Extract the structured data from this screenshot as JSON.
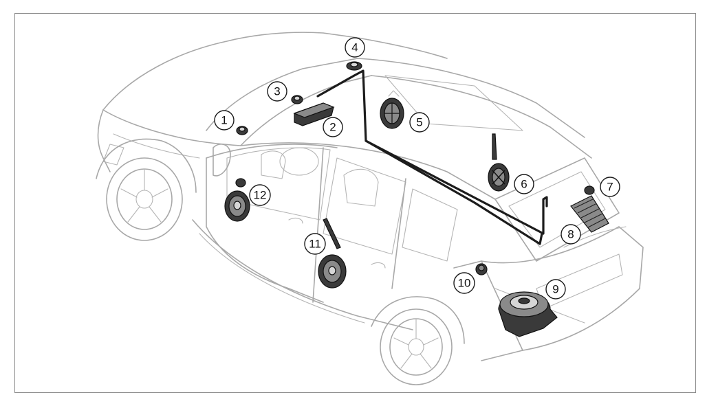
{
  "callouts": [
    {
      "id": "1",
      "label": "1"
    },
    {
      "id": "2",
      "label": "2"
    },
    {
      "id": "3",
      "label": "3"
    },
    {
      "id": "4",
      "label": "4"
    },
    {
      "id": "5",
      "label": "5"
    },
    {
      "id": "6",
      "label": "6"
    },
    {
      "id": "7",
      "label": "7"
    },
    {
      "id": "8",
      "label": "8"
    },
    {
      "id": "9",
      "label": "9"
    },
    {
      "id": "10",
      "label": "10"
    },
    {
      "id": "11",
      "label": "11"
    },
    {
      "id": "12",
      "label": "12"
    }
  ],
  "colors": {
    "outline": "#a8a8a8",
    "wire": "#1c1c1c",
    "component": "#3a3a3a",
    "frame": "#8c8c8c"
  }
}
